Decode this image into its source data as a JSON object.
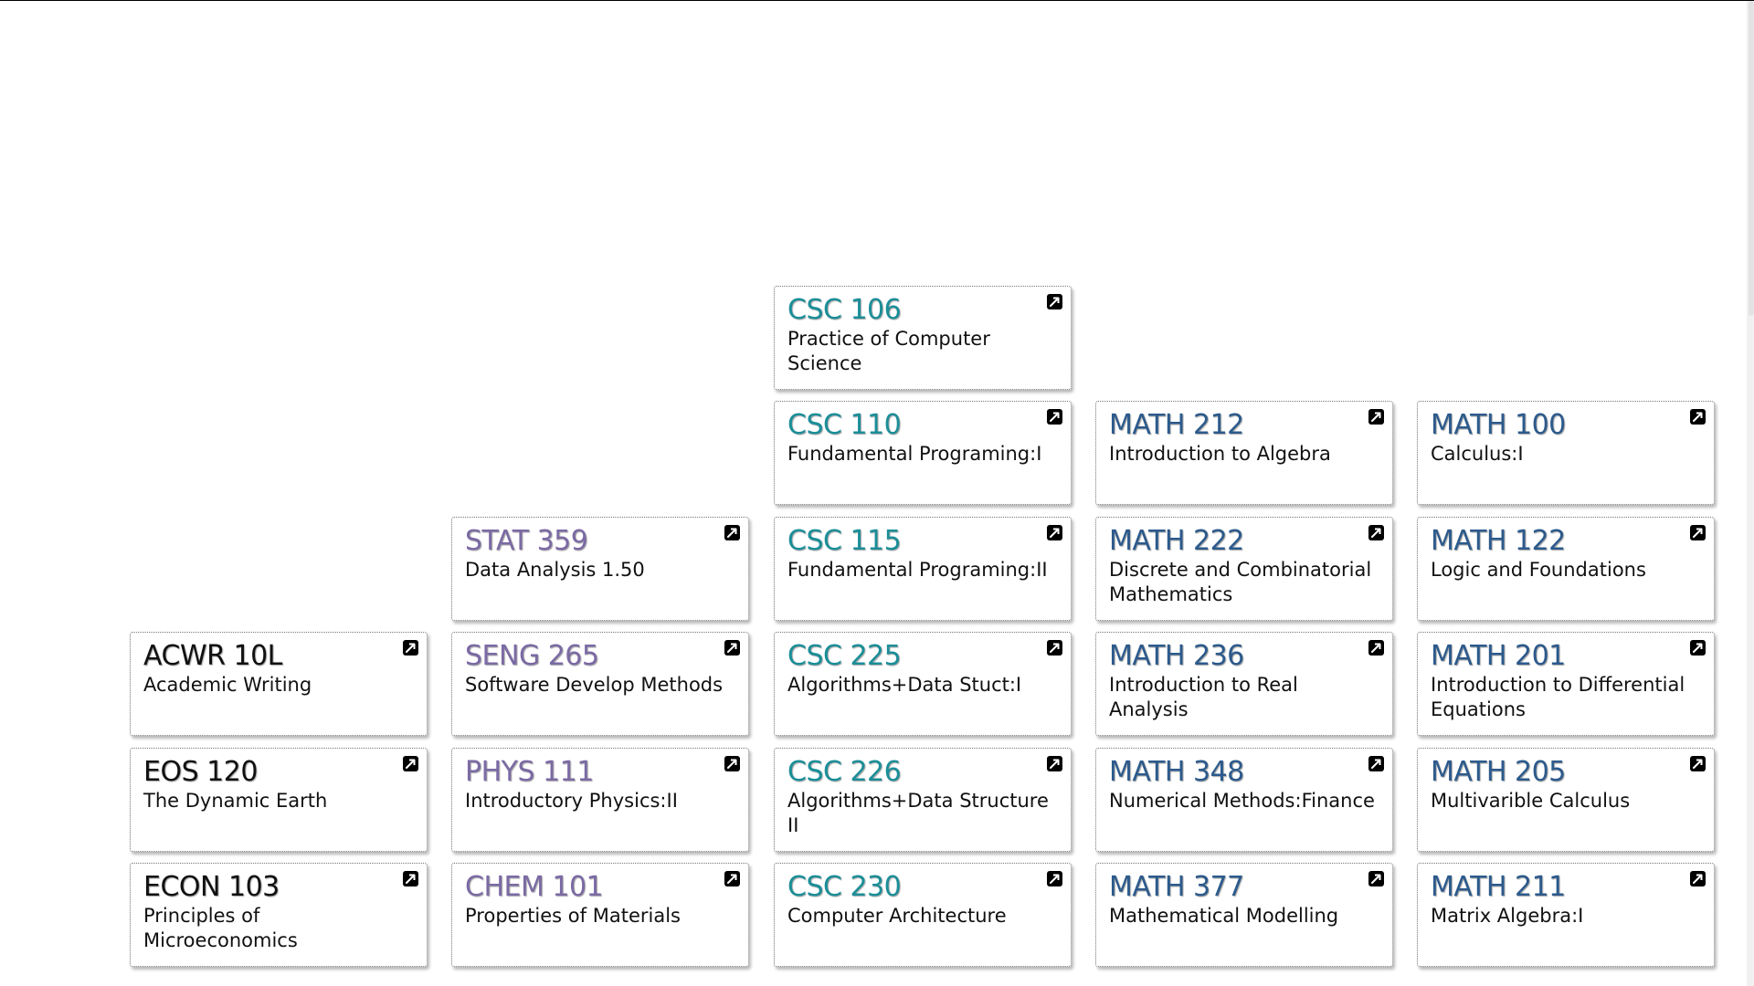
{
  "colors": {
    "black": "#111111",
    "purple": "#7b6aa4",
    "teal": "#1b8e98",
    "navy": "#2c5a8c"
  },
  "icons": {
    "external": "external-link-icon"
  },
  "columns": [
    {
      "color": "#111111",
      "courses": [
        {
          "code": "ACWR 10L",
          "name": "Academic Writing"
        },
        {
          "code": "EOS 120",
          "name": "The Dynamic Earth"
        },
        {
          "code": "ECON 103",
          "name": "Principles of Microeconomics"
        }
      ]
    },
    {
      "color": "#7b6aa4",
      "courses": [
        {
          "code": "STAT 359",
          "name": "Data Analysis 1.50"
        },
        {
          "code": "SENG 265",
          "name": "Software Develop Methods"
        },
        {
          "code": "PHYS 111",
          "name": "Introductory Physics:II"
        },
        {
          "code": "CHEM 101",
          "name": "Properties of Materials"
        }
      ]
    },
    {
      "color": "#1b8e98",
      "courses": [
        {
          "code": "CSC 106",
          "name": "Practice of Computer Science"
        },
        {
          "code": "CSC 110",
          "name": "Fundamental Programing:I"
        },
        {
          "code": "CSC 115",
          "name": "Fundamental Programing:II"
        },
        {
          "code": "CSC 225",
          "name": "Algorithms+Data Stuct:I"
        },
        {
          "code": "CSC 226",
          "name": "Algorithms+Data Structure II"
        },
        {
          "code": "CSC 230",
          "name": "Computer Architecture"
        }
      ]
    },
    {
      "color": "#2c5a8c",
      "courses": [
        {
          "code": "MATH 212",
          "name": "Introduction to Algebra"
        },
        {
          "code": "MATH 222",
          "name": "Discrete and Combinatorial Mathematics"
        },
        {
          "code": "MATH 236",
          "name": "Introduction to Real Analysis"
        },
        {
          "code": "MATH 348",
          "name": "Numerical Methods:Finance"
        },
        {
          "code": "MATH 377",
          "name": "Mathematical Modelling"
        }
      ]
    },
    {
      "color": "#2c5a8c",
      "courses": [
        {
          "code": "MATH 100",
          "name": "Calculus:I"
        },
        {
          "code": "MATH 122",
          "name": "Logic and Foundations"
        },
        {
          "code": "MATH 201",
          "name": "Introduction to Differential Equations"
        },
        {
          "code": "MATH 205",
          "name": "Multivarible Calculus"
        },
        {
          "code": "MATH 211",
          "name": "Matrix Algebra:I"
        }
      ]
    }
  ]
}
